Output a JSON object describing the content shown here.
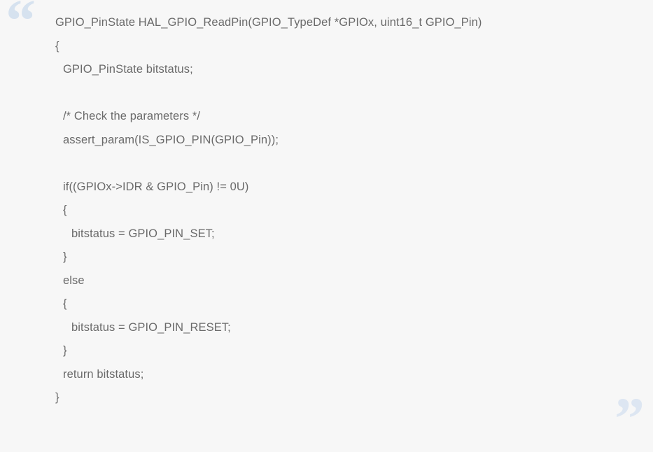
{
  "document": {
    "type": "code-blockquote",
    "language": "c",
    "background_color": "#f7f7f7",
    "text_color": "#6a6a6a"
  },
  "decoration": {
    "open_quote": {
      "glyph": "“",
      "name": "open-quote-icon",
      "color": "#d6e2ef"
    },
    "close_quote": {
      "glyph": "”",
      "name": "close-quote-icon",
      "color": "#dde6f2"
    }
  },
  "code": {
    "lines": [
      {
        "indent": 0,
        "text": "GPIO_PinState HAL_GPIO_ReadPin(GPIO_TypeDef *GPIOx, uint16_t GPIO_Pin)"
      },
      {
        "indent": 0,
        "text": "{"
      },
      {
        "indent": 1,
        "text": "GPIO_PinState bitstatus;"
      },
      {
        "indent": 0,
        "text": ""
      },
      {
        "indent": 1,
        "text": "/* Check the parameters */"
      },
      {
        "indent": 1,
        "text": "assert_param(IS_GPIO_PIN(GPIO_Pin));"
      },
      {
        "indent": 0,
        "text": ""
      },
      {
        "indent": 1,
        "text": "if((GPIOx->IDR & GPIO_Pin) != 0U)"
      },
      {
        "indent": 1,
        "text": "{"
      },
      {
        "indent": 2,
        "text": "bitstatus = GPIO_PIN_SET;"
      },
      {
        "indent": 1,
        "text": "}"
      },
      {
        "indent": 1,
        "text": "else"
      },
      {
        "indent": 1,
        "text": "{"
      },
      {
        "indent": 2,
        "text": "bitstatus = GPIO_PIN_RESET;"
      },
      {
        "indent": 1,
        "text": "}"
      },
      {
        "indent": 1,
        "text": "return bitstatus;"
      },
      {
        "indent": 0,
        "text": "}"
      }
    ]
  }
}
